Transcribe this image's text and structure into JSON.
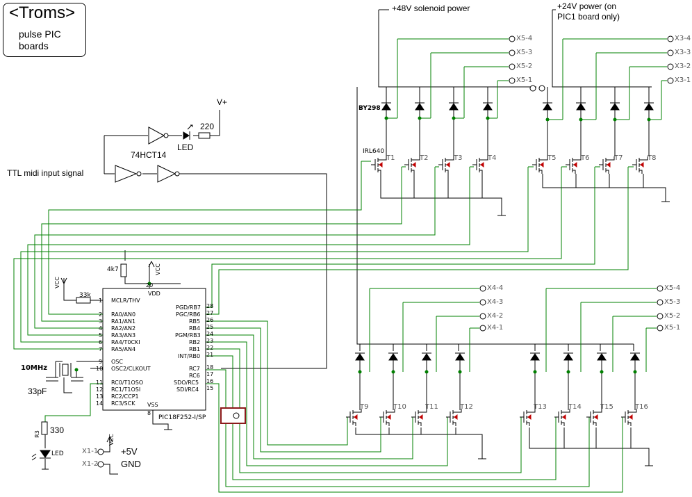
{
  "title": "<Troms>",
  "subtitle": "pulse PIC boards",
  "power": {
    "solenoid": "+48V solenoid power",
    "vplus24": "+24V power (on PIC1 board only)",
    "vplus": "V+",
    "vcc_label": "VCC",
    "plus5v": "+5V",
    "gnd": "GND"
  },
  "input_signal": "TTL midi input signal",
  "components": {
    "led_label": "LED",
    "resistor_220": "220",
    "inverter_ic": "74HCT14",
    "diode_type": "BY298",
    "mosfet_type": "IRL640",
    "pullup": "4k7",
    "mclr_res": "33k",
    "crystal": "10MHz",
    "caps": "33pF",
    "led_res": "330",
    "r3_ref": "R3",
    "mcu": "PIC18F252-I/SP",
    "vdd": "VDD",
    "vss": "VSS"
  },
  "transistors": [
    "T1",
    "T2",
    "T3",
    "T4",
    "T5",
    "T6",
    "T7",
    "T8",
    "T9",
    "T10",
    "T11",
    "T12",
    "T13",
    "T14",
    "T15",
    "T16"
  ],
  "connectors": {
    "g1": [
      "X5-4",
      "X5-3",
      "X5-2",
      "X5-1"
    ],
    "g2": [
      "X3-4",
      "X3-3",
      "X3-2",
      "X3-1"
    ],
    "g3": [
      "X4-4",
      "X4-3",
      "X4-2",
      "X4-1"
    ],
    "g4": [
      "X5-4",
      "X5-3",
      "X5-2",
      "X5-1"
    ],
    "x1": [
      "X1-1",
      "X1-2"
    ]
  },
  "pic_left_pins": {
    "labels": [
      "MCLR/THV",
      "RA0/AN0",
      "RA1/AN1",
      "RA2/AN2",
      "RA3/AN3",
      "RA4/T0CKI",
      "RA5/AN4",
      "OSC",
      "OSC2/CLKOUT",
      "RC0/T1OSO",
      "RC1/T1OSI",
      "RC2/CCP1",
      "RC3/SCK"
    ],
    "numbers": [
      "1",
      "2",
      "3",
      "4",
      "5",
      "6",
      "7",
      "9",
      "10",
      "11",
      "12",
      "13",
      "14"
    ]
  },
  "pic_right_pins": {
    "labels": [
      "PGD/RB7",
      "PGC/RB6",
      "RB5",
      "RB4",
      "PGM/RB3",
      "RB2",
      "RB1",
      "INT/RB0",
      "RC7",
      "RC6",
      "SDO/RC5",
      "SDI/RC4"
    ],
    "numbers": [
      "28",
      "27",
      "26",
      "25",
      "24",
      "23",
      "22",
      "21",
      "18",
      "17",
      "16",
      "15"
    ]
  },
  "pic_other_pins": {
    "vdd_num": "20",
    "vss_num": "8"
  },
  "colors": {
    "wire": "#000000",
    "wire_green": "#008000",
    "junction": "#008000",
    "brown_box": "#8b1a1a"
  }
}
